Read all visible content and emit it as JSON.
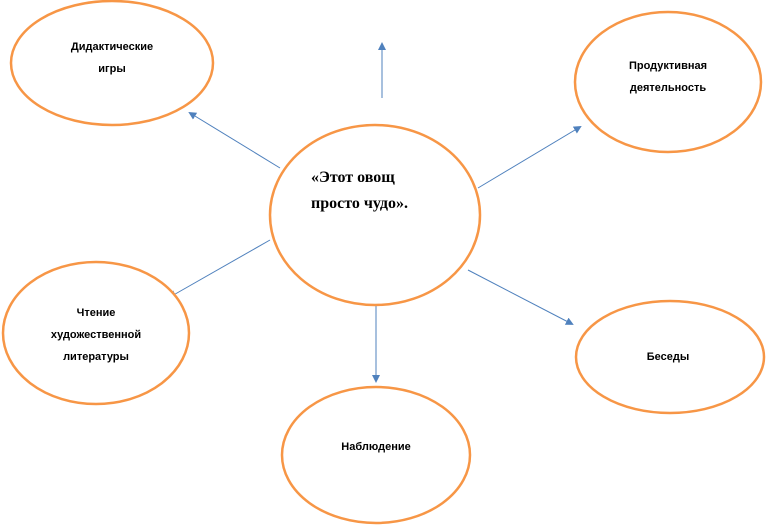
{
  "center": {
    "text_line1": "«Этот овощ",
    "text_line2": "просто чудо»."
  },
  "nodes": {
    "didactic": {
      "line1": "Дидактические",
      "line2": "игры"
    },
    "productive": {
      "line1": "Продуктивная",
      "line2": "деятельность"
    },
    "reading": {
      "line1": "Чтение",
      "line2": "художественной",
      "line3": "литературы"
    },
    "conversations": {
      "line1": "Беседы"
    },
    "observation": {
      "line1": "Наблюдение"
    }
  },
  "colors": {
    "ellipse_stroke": "#F79646",
    "arrow": "#4F81BD"
  }
}
